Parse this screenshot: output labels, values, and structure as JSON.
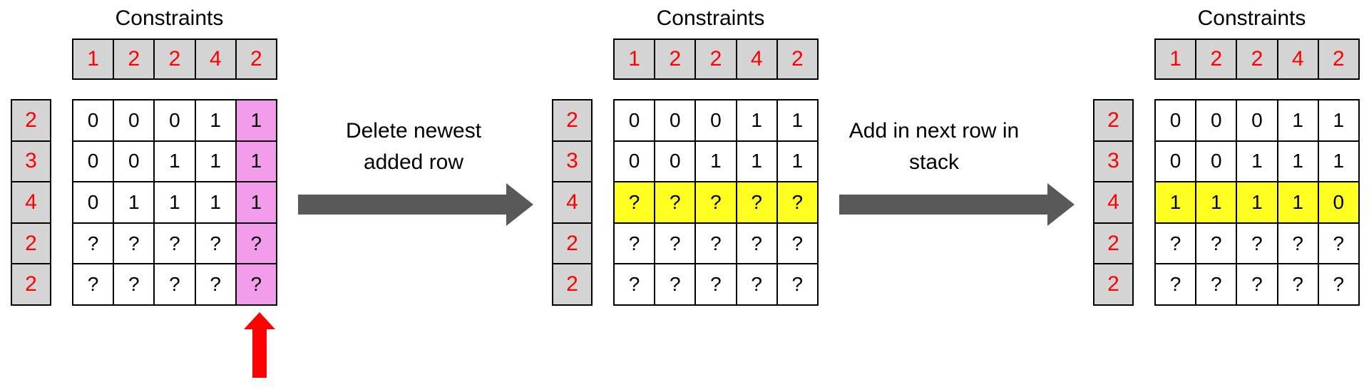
{
  "colors": {
    "constraint_bg": "#d4d4d4",
    "constraint_text": "#ff0000",
    "highlight_pink": "#f49cec",
    "highlight_yellow": "#ffff22",
    "process_arrow": "#595959",
    "pointer_arrow": "#ff0000"
  },
  "icons": {
    "process_arrow": "right-arrow-icon",
    "pointer_arrow": "up-arrow-icon"
  },
  "captions": {
    "step1_line1": "Delete newest",
    "step1_line2": "added row",
    "step2_line1": "Add in next row in",
    "step2_line2": "stack"
  },
  "panels": [
    {
      "title": "Constraints",
      "col_constraints": [
        "1",
        "2",
        "2",
        "4",
        "2"
      ],
      "row_constraints": [
        "2",
        "3",
        "4",
        "2",
        "2"
      ],
      "grid": [
        [
          "0",
          "0",
          "0",
          "1",
          "1"
        ],
        [
          "0",
          "0",
          "1",
          "1",
          "1"
        ],
        [
          "0",
          "1",
          "1",
          "1",
          "1"
        ],
        [
          "?",
          "?",
          "?",
          "?",
          "?"
        ],
        [
          "?",
          "?",
          "?",
          "?",
          "?"
        ]
      ],
      "highlight": {
        "type": "column",
        "index": 4,
        "color": "pink"
      },
      "pointer_column": 4
    },
    {
      "title": "Constraints",
      "col_constraints": [
        "1",
        "2",
        "2",
        "4",
        "2"
      ],
      "row_constraints": [
        "2",
        "3",
        "4",
        "2",
        "2"
      ],
      "grid": [
        [
          "0",
          "0",
          "0",
          "1",
          "1"
        ],
        [
          "0",
          "0",
          "1",
          "1",
          "1"
        ],
        [
          "?",
          "?",
          "?",
          "?",
          "?"
        ],
        [
          "?",
          "?",
          "?",
          "?",
          "?"
        ],
        [
          "?",
          "?",
          "?",
          "?",
          "?"
        ]
      ],
      "highlight": {
        "type": "row",
        "index": 2,
        "color": "yellow"
      }
    },
    {
      "title": "Constraints",
      "col_constraints": [
        "1",
        "2",
        "2",
        "4",
        "2"
      ],
      "row_constraints": [
        "2",
        "3",
        "4",
        "2",
        "2"
      ],
      "grid": [
        [
          "0",
          "0",
          "0",
          "1",
          "1"
        ],
        [
          "0",
          "0",
          "1",
          "1",
          "1"
        ],
        [
          "1",
          "1",
          "1",
          "1",
          "0"
        ],
        [
          "?",
          "?",
          "?",
          "?",
          "?"
        ],
        [
          "?",
          "?",
          "?",
          "?",
          "?"
        ]
      ],
      "highlight": {
        "type": "row",
        "index": 2,
        "color": "yellow"
      }
    }
  ]
}
